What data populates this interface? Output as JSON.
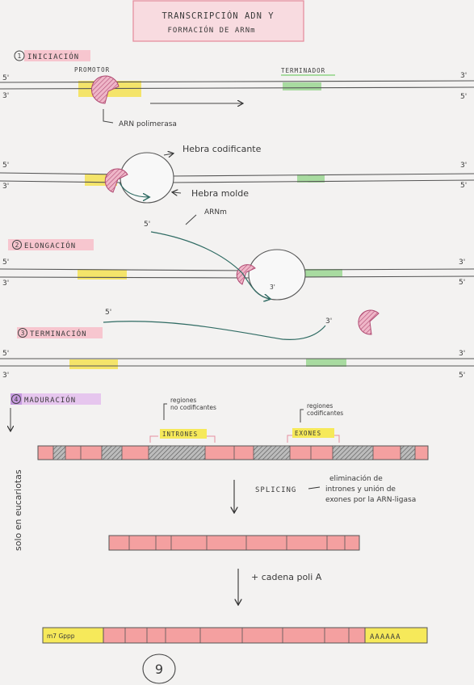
{
  "title": {
    "line1": "TRANSCRIPCIÓN ADN Y",
    "line2": "FORMACIÓN DE ARNm"
  },
  "strand_ends": {
    "five": "5'",
    "three": "3'"
  },
  "sections": {
    "initiation": {
      "number": "1",
      "label": "INICIACIÓN"
    },
    "elongation": {
      "number": "2",
      "label": "ELONGACIÓN"
    },
    "termination": {
      "number": "3",
      "label": "TERMINACIÓN"
    },
    "maturation": {
      "number": "4",
      "label": "MADURACIÓN"
    }
  },
  "labels": {
    "promoter": "PROMOTOR",
    "terminator": "TERMINADOR",
    "rna_polymerase": "ARN polimerasa",
    "coding_strand": "Hebra codificante",
    "template_strand": "Hebra molde",
    "mrna": "ARNm",
    "eukaryotes_only": "solo en eucariotas",
    "noncoding_regions_l1": "regiones",
    "noncoding_regions_l2": "no codificantes",
    "coding_regions_l1": "regiones",
    "coding_regions_l2": "codificantes",
    "introns": "INTRONES",
    "exons": "EXONES",
    "splicing": "SPLICING",
    "splicing_desc_l1": "eliminación de",
    "splicing_desc_l2": "intrones y unión de",
    "splicing_desc_l3": "exones por la ARN-ligasa",
    "poly_a_step": "+ cadena poli A",
    "cap": "m7 Gppp",
    "poly_a_tail": "AAAAAA"
  },
  "page_number": "9",
  "colors": {
    "promoter": "#f4e46a",
    "terminator": "#a8dba0",
    "polymerase": "#e8a4b8",
    "mrna_line": "#2f6b63",
    "exon": "#f4a0a0",
    "intron": "#9a9a9a",
    "cap": "#f6e95a",
    "title_box": "#f7c6cf"
  }
}
